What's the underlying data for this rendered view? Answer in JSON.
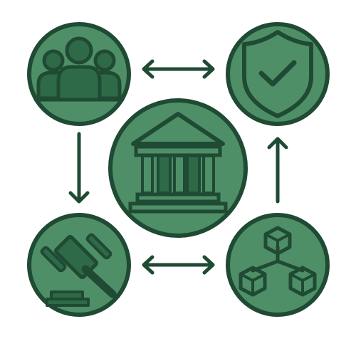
{
  "colors": {
    "node_fill": "#4f8f68",
    "outline": "#1f4a33",
    "icon_dark": "#2f6a48",
    "arrow": "#1f4a33",
    "background": "#ffffff"
  },
  "nodes": [
    {
      "id": "people",
      "icon": "people-group-icon"
    },
    {
      "id": "security",
      "icon": "shield-check-icon"
    },
    {
      "id": "institution",
      "icon": "bank-building-icon"
    },
    {
      "id": "legal",
      "icon": "gavel-icon"
    },
    {
      "id": "network",
      "icon": "blockchain-cubes-icon"
    }
  ],
  "connections": [
    {
      "from": "people",
      "to": "security",
      "direction": "bidirectional"
    },
    {
      "from": "people",
      "to": "legal",
      "direction": "one-way"
    },
    {
      "from": "legal",
      "to": "network",
      "direction": "bidirectional"
    },
    {
      "from": "network",
      "to": "security",
      "direction": "one-way"
    }
  ]
}
